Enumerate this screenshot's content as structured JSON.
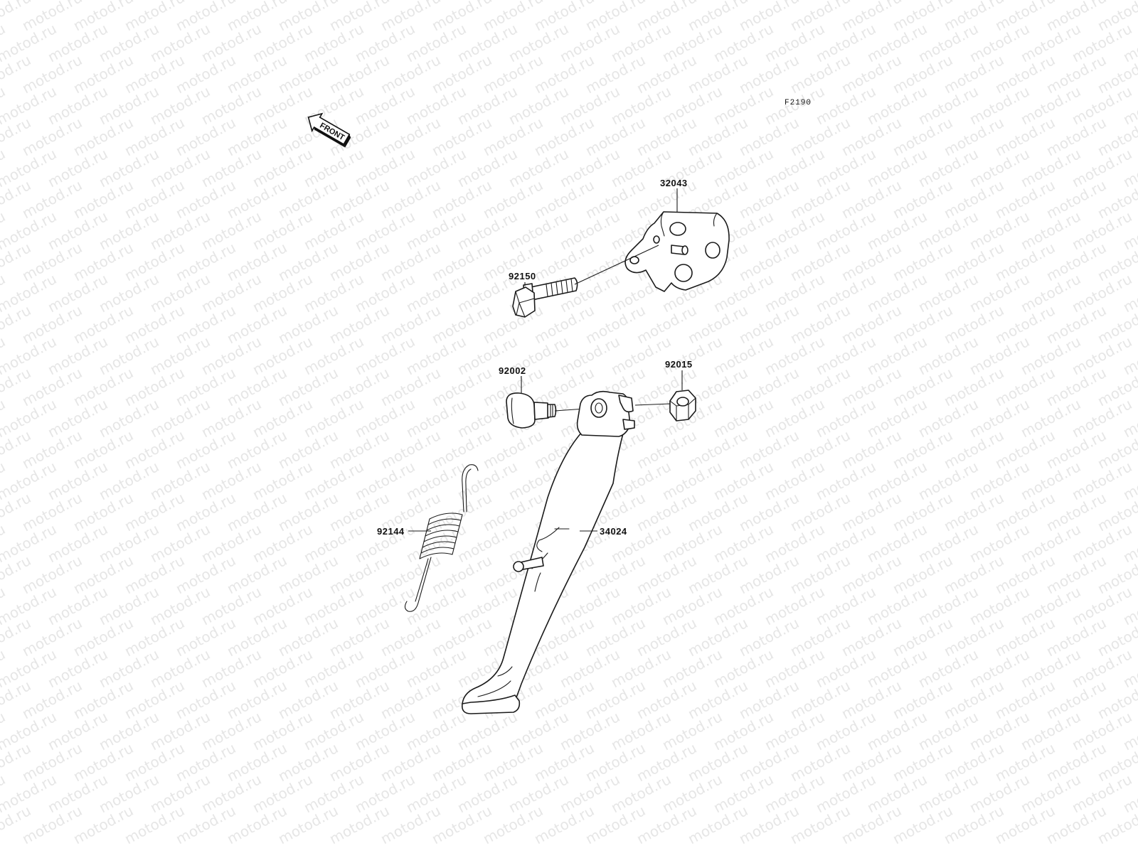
{
  "watermark": {
    "text": "motod.ru",
    "color": "#e6e6e6"
  },
  "figure_id": "F2190",
  "front_arrow": {
    "label": "FRONT"
  },
  "parts": [
    {
      "id": "bracket",
      "number": "32043"
    },
    {
      "id": "bolt-long",
      "number": "92150"
    },
    {
      "id": "bolt-pivot",
      "number": "92002"
    },
    {
      "id": "nut",
      "number": "92015"
    },
    {
      "id": "spring",
      "number": "92144"
    },
    {
      "id": "side-stand",
      "number": "34024"
    }
  ]
}
